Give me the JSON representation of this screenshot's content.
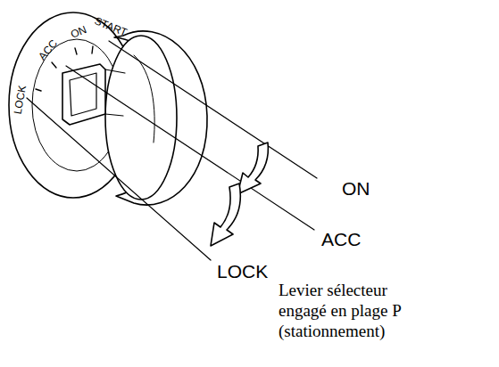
{
  "diagram": {
    "labels": [
      "LOCK",
      "ACC",
      "ON",
      "START",
      "ON",
      "ACC",
      "LOCK",
      "Levier sélecteur engagé en plage P (stationnement)"
    ]
  }
}
